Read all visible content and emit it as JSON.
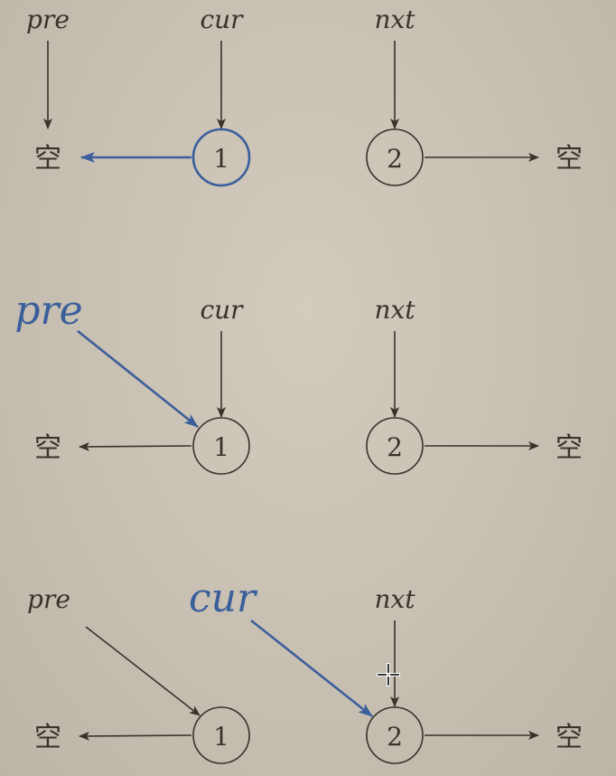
{
  "colors": {
    "ink": "#3a322b",
    "highlight": "#3a5f9c"
  },
  "panels": [
    {
      "labels": {
        "pre": "pre",
        "cur": "cur",
        "nxt": "nxt"
      },
      "null_left": "空",
      "node1": "1",
      "node2": "2",
      "null_right": "空"
    },
    {
      "labels": {
        "pre": "pre",
        "cur": "cur",
        "nxt": "nxt"
      },
      "null_left": "空",
      "node1": "1",
      "node2": "2",
      "null_right": "空"
    },
    {
      "labels": {
        "pre": "pre",
        "cur": "cur",
        "nxt": "nxt"
      },
      "null_left": "空",
      "node1": "1",
      "node2": "2",
      "null_right": "空"
    }
  ],
  "cursor_icon": "crosshair-move-icon"
}
